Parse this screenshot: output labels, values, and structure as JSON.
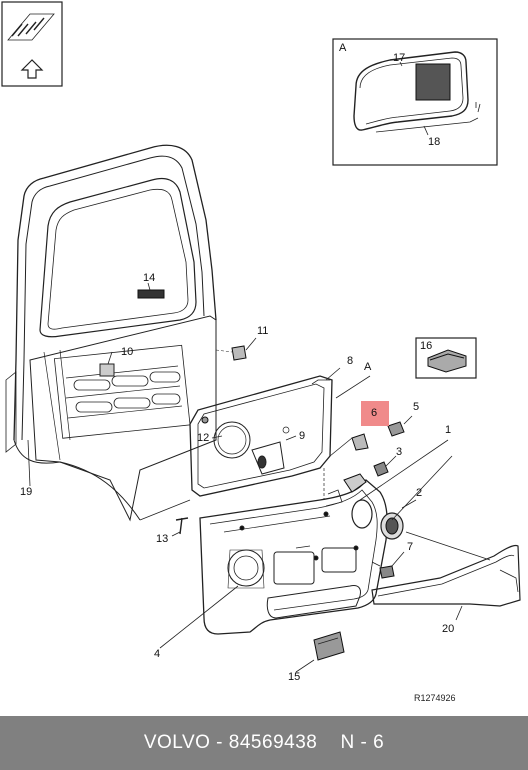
{
  "diagram": {
    "inset_label": "A",
    "section_marker": "A",
    "callouts": {
      "c1": "1",
      "c2": "2",
      "c3": "3",
      "c4": "4",
      "c5": "5",
      "c6": "6",
      "c7": "7",
      "c8": "8",
      "c9": "9",
      "c10": "10",
      "c11": "11",
      "c12": "12",
      "c13": "13",
      "c14": "14",
      "c15": "15",
      "c16": "16",
      "c17": "17",
      "c18": "18",
      "c19": "19",
      "c20": "20"
    },
    "drawing_code": "R1274926",
    "highlight_color": "#f08a8a"
  },
  "footer": {
    "brand": "VOLVO",
    "part_number": "84569438",
    "position": "N - 6"
  }
}
